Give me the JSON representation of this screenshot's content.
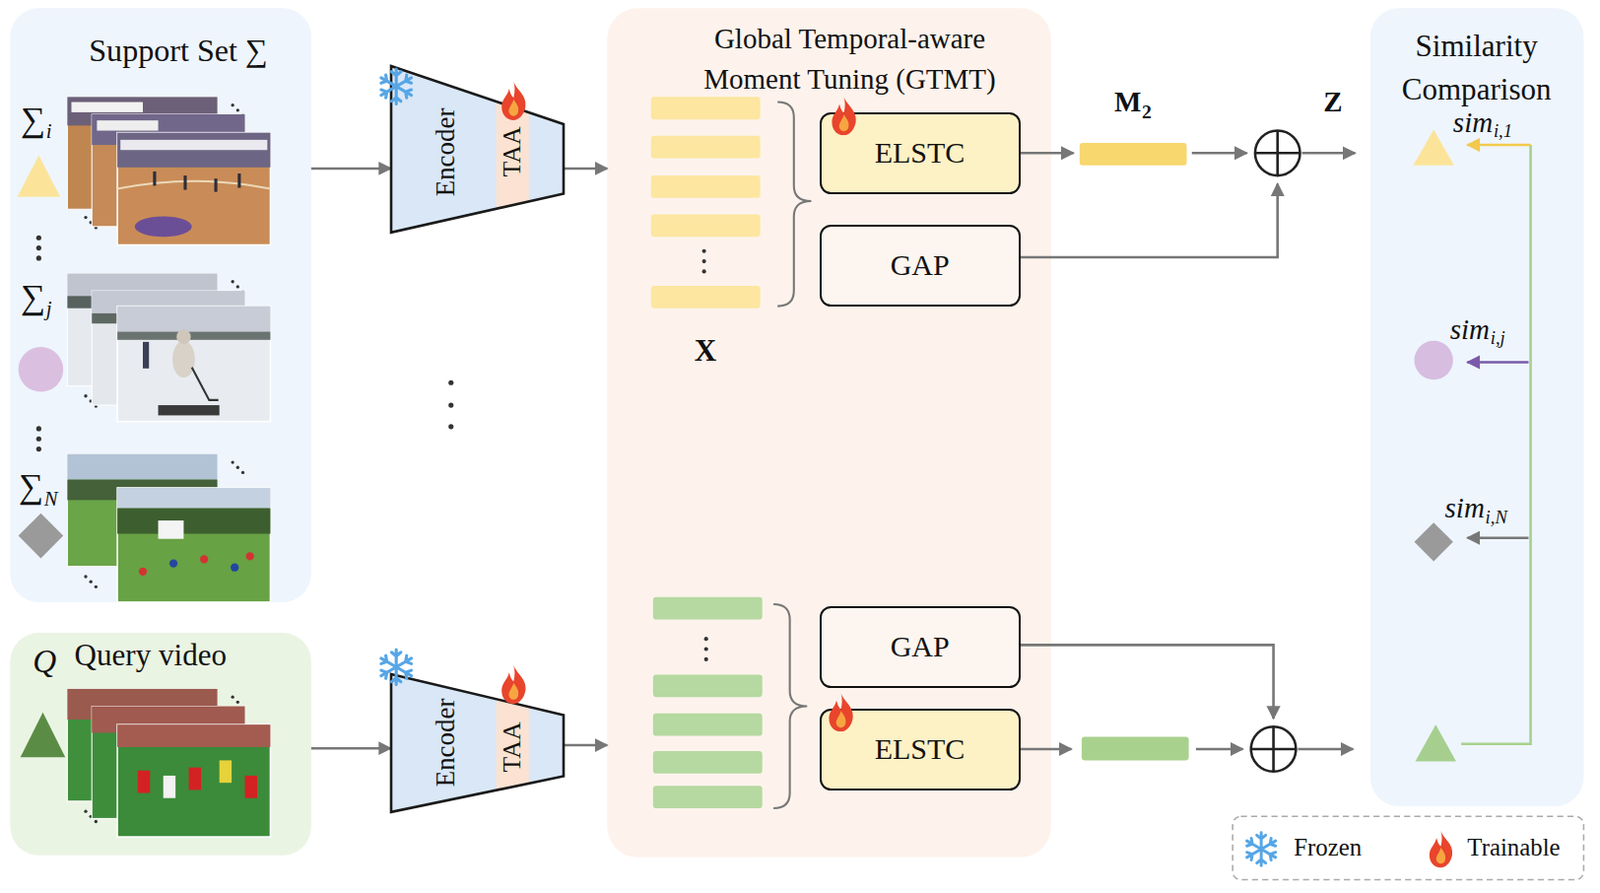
{
  "diagram": {
    "nodes": [
      {
        "text": [
          "Support Set ∑"
        ]
      },
      {
        "text": [
          "Encoder",
          "TAA"
        ]
      },
      {
        "text": [
          "Global Temporal-aware Moment Tuning (GTMT)"
        ]
      },
      {
        "text": [
          "ELSTC"
        ],
        "in": 2
      },
      {
        "text": [
          "GAP"
        ],
        "in": 2
      },
      {
        "text": [
          "GAP"
        ],
        "in": 2
      },
      {
        "text": [
          "ELSTC"
        ],
        "in": 2
      },
      {
        "text": [
          "Similarity Comparison"
        ]
      },
      {
        "text": [
          "Q",
          "Query video"
        ]
      },
      {
        "text": [
          "Encoder",
          "TAA"
        ]
      }
    ],
    "edges": [
      {
        "from": 0,
        "to": 1,
        "arrow": "to"
      },
      {
        "from": 1,
        "to": 2,
        "arrow": "to"
      },
      {
        "from": 8,
        "to": 9,
        "arrow": "to"
      },
      {
        "from": 9,
        "to": 2,
        "arrow": "to"
      }
    ],
    "labels": [
      "∑",
      "i",
      "∑",
      "j",
      "∑",
      "N",
      "X",
      "M",
      "2",
      "Z",
      "sim",
      "i,1",
      "sim",
      "i,j",
      "sim",
      "i,N"
    ],
    "legend": [
      {
        "text": "Frozen"
      },
      {
        "text": "Trainable"
      }
    ]
  }
}
